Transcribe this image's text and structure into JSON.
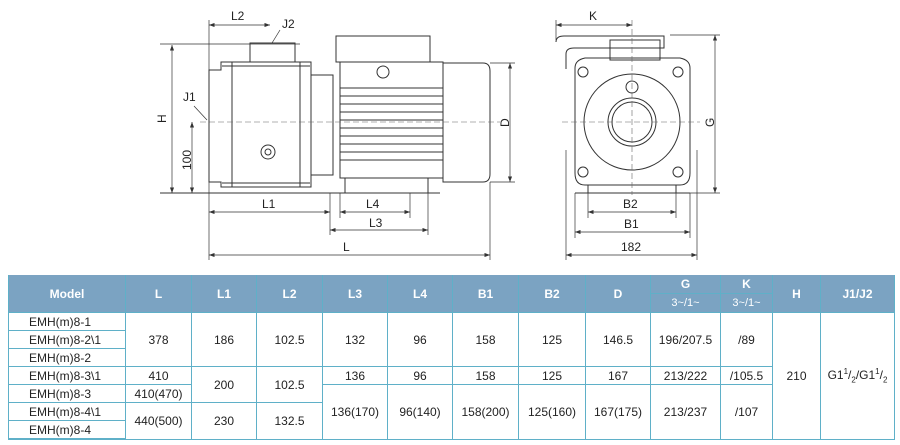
{
  "drawing": {
    "side": {
      "L": "L",
      "L1": "L1",
      "L2": "L2",
      "L3": "L3",
      "L4": "L4",
      "H": "H",
      "D": "D",
      "J1": "J1",
      "J2": "J2",
      "h100": "100"
    },
    "front": {
      "K": "K",
      "G": "G",
      "B1": "B1",
      "B2": "B2",
      "w182": "182"
    }
  },
  "table": {
    "headers": [
      "Model",
      "L",
      "L1",
      "L2",
      "L3",
      "L4",
      "B1",
      "B2",
      "D",
      "G",
      "K",
      "H",
      "J1/J2"
    ],
    "sub_headers": {
      "G": "3~/1~",
      "K": "3~/1~"
    },
    "models": [
      "EMH(m)8-1",
      "EMH(m)8-2\\1",
      "EMH(m)8-2",
      "EMH(m)8-3\\1",
      "EMH(m)8-3",
      "EMH(m)8-4\\1",
      "EMH(m)8-4"
    ],
    "group1": {
      "L": "378",
      "L1": "186",
      "L2": "102.5",
      "L3": "132",
      "L4": "96",
      "B1": "158",
      "B2": "125",
      "D": "146.5",
      "G": "196/207.5",
      "K": "/89"
    },
    "row4": {
      "L": "410",
      "L3": "136",
      "L4": "96",
      "B1": "158",
      "B2": "125",
      "D": "167",
      "G": "213/222",
      "K": "/105.5"
    },
    "rows45": {
      "L1": "200",
      "L2": "102.5"
    },
    "row5": {
      "L": "410(470)"
    },
    "rows57": {
      "L3": "136(170)",
      "L4": "96(140)",
      "B1": "158(200)",
      "B2": "125(160)",
      "D": "167(175)",
      "G": "213/237",
      "K": "/107"
    },
    "rows67": {
      "L": "440(500)",
      "L1": "230",
      "L2": "132.5"
    },
    "all": {
      "H": "210"
    }
  },
  "j1j2": {
    "a": "G1",
    "s1": "1",
    "sb1": "2",
    "mid": "/G1",
    "s2": "1",
    "sb2": "2"
  }
}
